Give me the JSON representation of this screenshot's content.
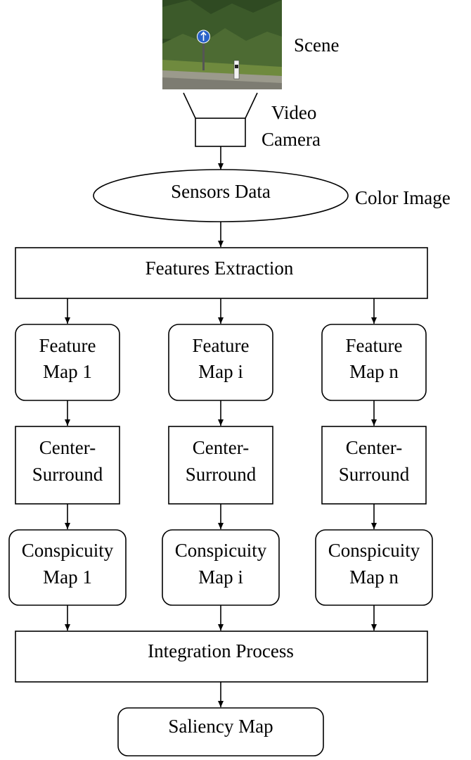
{
  "scene_label": "Scene",
  "camera_label": {
    "line1": "Video",
    "line2": "Camera"
  },
  "sensors_label": "Sensors Data",
  "color_image_label": "Color Image",
  "features_extraction_label": "Features Extraction",
  "feature_maps": [
    {
      "line1": "Feature",
      "line2": "Map 1"
    },
    {
      "line1": "Feature",
      "line2": "Map i"
    },
    {
      "line1": "Feature",
      "line2": "Map n"
    }
  ],
  "center_surround": [
    {
      "line1": "Center-",
      "line2": "Surround"
    },
    {
      "line1": "Center-",
      "line2": "Surround"
    },
    {
      "line1": "Center-",
      "line2": "Surround"
    }
  ],
  "conspicuity_maps": [
    {
      "line1": "Conspicuity",
      "line2": "Map 1"
    },
    {
      "line1": "Conspicuity",
      "line2": "Map i"
    },
    {
      "line1": "Conspicuity",
      "line2": "Map n"
    }
  ],
  "integration_label": "Integration Process",
  "saliency_label": "Saliency Map",
  "colors": {
    "stroke": "#000000",
    "background": "#ffffff"
  }
}
